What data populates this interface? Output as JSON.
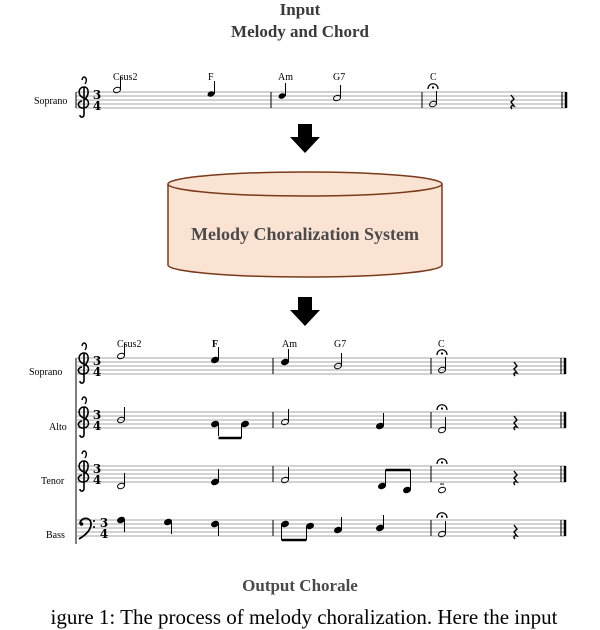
{
  "input": {
    "title": "Input",
    "subtitle": "Melody and Chord"
  },
  "system": {
    "label": "Melody Choralization System",
    "fill": "#fbe3d3",
    "stroke": "#7a3a1a"
  },
  "output": {
    "title": "Output Chorale"
  },
  "caption": "igure 1: The process of melody choralization. Here the input",
  "score": {
    "time_signature": {
      "top": "3",
      "bottom": "4"
    },
    "chords": [
      "Csus2",
      "F",
      "Am",
      "G7",
      "C"
    ],
    "input_parts": [
      "Soprano"
    ],
    "output_parts": [
      "Soprano",
      "Alto",
      "Tenor",
      "Bass"
    ]
  }
}
